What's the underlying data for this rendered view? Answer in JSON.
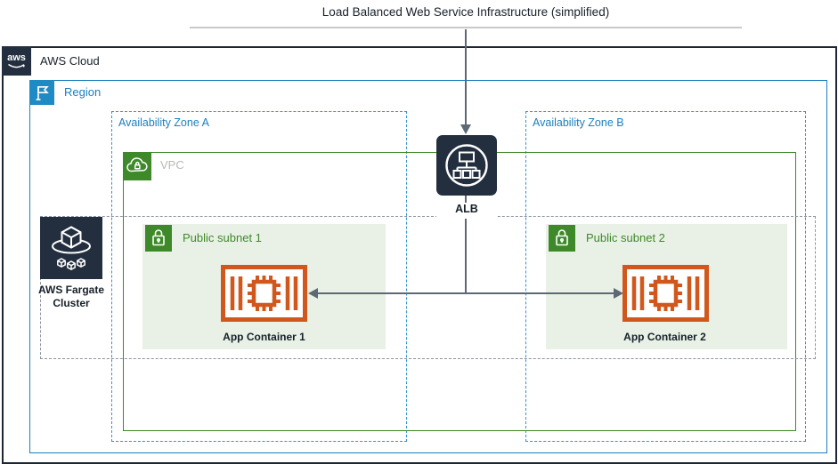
{
  "title": "Load Balanced Web Service Infrastructure (simplified)",
  "groups": {
    "aws_cloud": {
      "label": "AWS Cloud",
      "logo_text": "aws"
    },
    "region": {
      "label": "Region"
    },
    "az_a": {
      "label": "Availability Zone A"
    },
    "az_b": {
      "label": "Availability Zone B"
    },
    "vpc": {
      "label": "VPC"
    },
    "fargate_cluster": {
      "label": "AWS Fargate Cluster"
    },
    "subnet1": {
      "label": "Public subnet 1"
    },
    "subnet2": {
      "label": "Public subnet 2"
    }
  },
  "nodes": {
    "alb": {
      "label": "ALB"
    },
    "container1": {
      "label": "App Container 1"
    },
    "container2": {
      "label": "App Container 2"
    }
  },
  "colors": {
    "navy": "#232f3e",
    "region_blue": "#1c7fbe",
    "az_dash_blue": "#2e93d1",
    "vpc_green": "#3e8929",
    "subnet_fill": "#e9f1e6",
    "subnet_text_green": "#3e8929",
    "container_orange": "#d2571d",
    "cluster_dash_gray": "#8a95a1",
    "arrow_gray": "#5d6875",
    "vpc_label_gray": "#b4bcb4",
    "title_rule_gray": "#c9c9c9"
  }
}
